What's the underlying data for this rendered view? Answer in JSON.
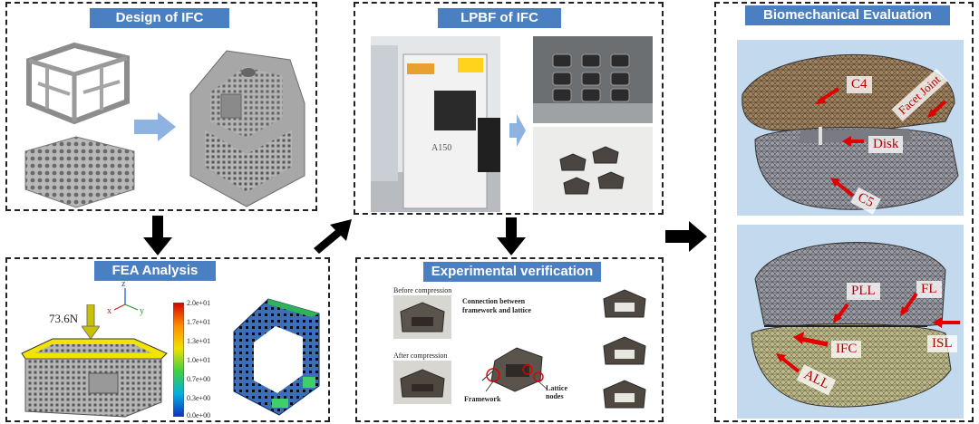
{
  "panels": {
    "design": {
      "title": "Design of IFC"
    },
    "lpbf": {
      "title": "LPBF of IFC",
      "machine_text": "A150"
    },
    "bio": {
      "title": "Biomechanical Evaluation"
    },
    "fea": {
      "title": "FEA Analysis"
    },
    "exp": {
      "title": "Experimental verification"
    }
  },
  "fea": {
    "load": "73.6N",
    "axes": {
      "z": "z",
      "x": "x",
      "y": "y"
    },
    "legend_ticks": [
      "2.0e+01",
      "1.7e+01",
      "1.3e+01",
      "1.0e+01",
      "0.7e+00",
      "0.3e+00",
      "0.0e+00"
    ]
  },
  "exp": {
    "before": "Before compression",
    "after": "After compression",
    "connection": "Connection between framework and lattice",
    "framework": "Framework",
    "lattice": "Lattice nodes"
  },
  "bio": {
    "top_labels": {
      "c4": "C4",
      "facet": "Facet Joint",
      "disk": "Disk",
      "c5": "C5"
    },
    "bottom_labels": {
      "pll": "PLL",
      "fl": "FL",
      "ifc": "IFC",
      "isl": "ISL",
      "all": "ALL"
    }
  },
  "colors": {
    "title_bg": "#4a7fc1",
    "arrow_red": "#e00000",
    "cage": "#8c8c8c"
  }
}
